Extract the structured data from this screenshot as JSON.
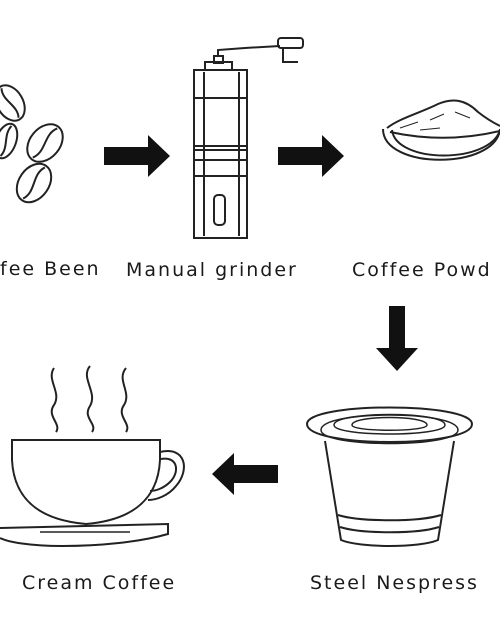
{
  "steps": [
    {
      "label": "fee Been",
      "icon": "coffee-beans-icon"
    },
    {
      "label": "Manual grinder",
      "icon": "manual-grinder-icon"
    },
    {
      "label": "Coffee Powd",
      "icon": "coffee-powder-bowl-icon"
    },
    {
      "label": "Steel Nespress",
      "icon": "steel-capsule-icon"
    },
    {
      "label": "Cream Coffee",
      "icon": "coffee-cup-icon"
    }
  ],
  "colors": {
    "line": "#222222",
    "arrow": "#111111",
    "background": "#ffffff"
  }
}
